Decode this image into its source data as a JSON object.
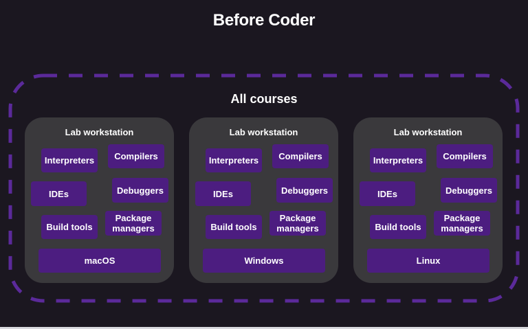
{
  "header": {
    "title": "Before Coder"
  },
  "group": {
    "label": "All courses",
    "border_color": "#5b2a9a",
    "border_style": "dashed"
  },
  "colors": {
    "background": "#1b1720",
    "card": "#3a393c",
    "chip": "#4c1d80",
    "text": "#ffffff"
  },
  "workstations": [
    {
      "title": "Lab workstation",
      "tools": {
        "interpreters": "Interpreters",
        "compilers": "Compilers",
        "ides": "IDEs",
        "debuggers": "Debuggers",
        "build_tools": "Build tools",
        "package_managers_line1": "Package",
        "package_managers_line2": "managers"
      },
      "os": "macOS"
    },
    {
      "title": "Lab workstation",
      "tools": {
        "interpreters": "Interpreters",
        "compilers": "Compilers",
        "ides": "IDEs",
        "debuggers": "Debuggers",
        "build_tools": "Build tools",
        "package_managers_line1": "Package",
        "package_managers_line2": "managers"
      },
      "os": "Windows"
    },
    {
      "title": "Lab workstation",
      "tools": {
        "interpreters": "Interpreters",
        "compilers": "Compilers",
        "ides": "IDEs",
        "debuggers": "Debuggers",
        "build_tools": "Build tools",
        "package_managers_line1": "Package",
        "package_managers_line2": "managers"
      },
      "os": "Linux"
    }
  ]
}
